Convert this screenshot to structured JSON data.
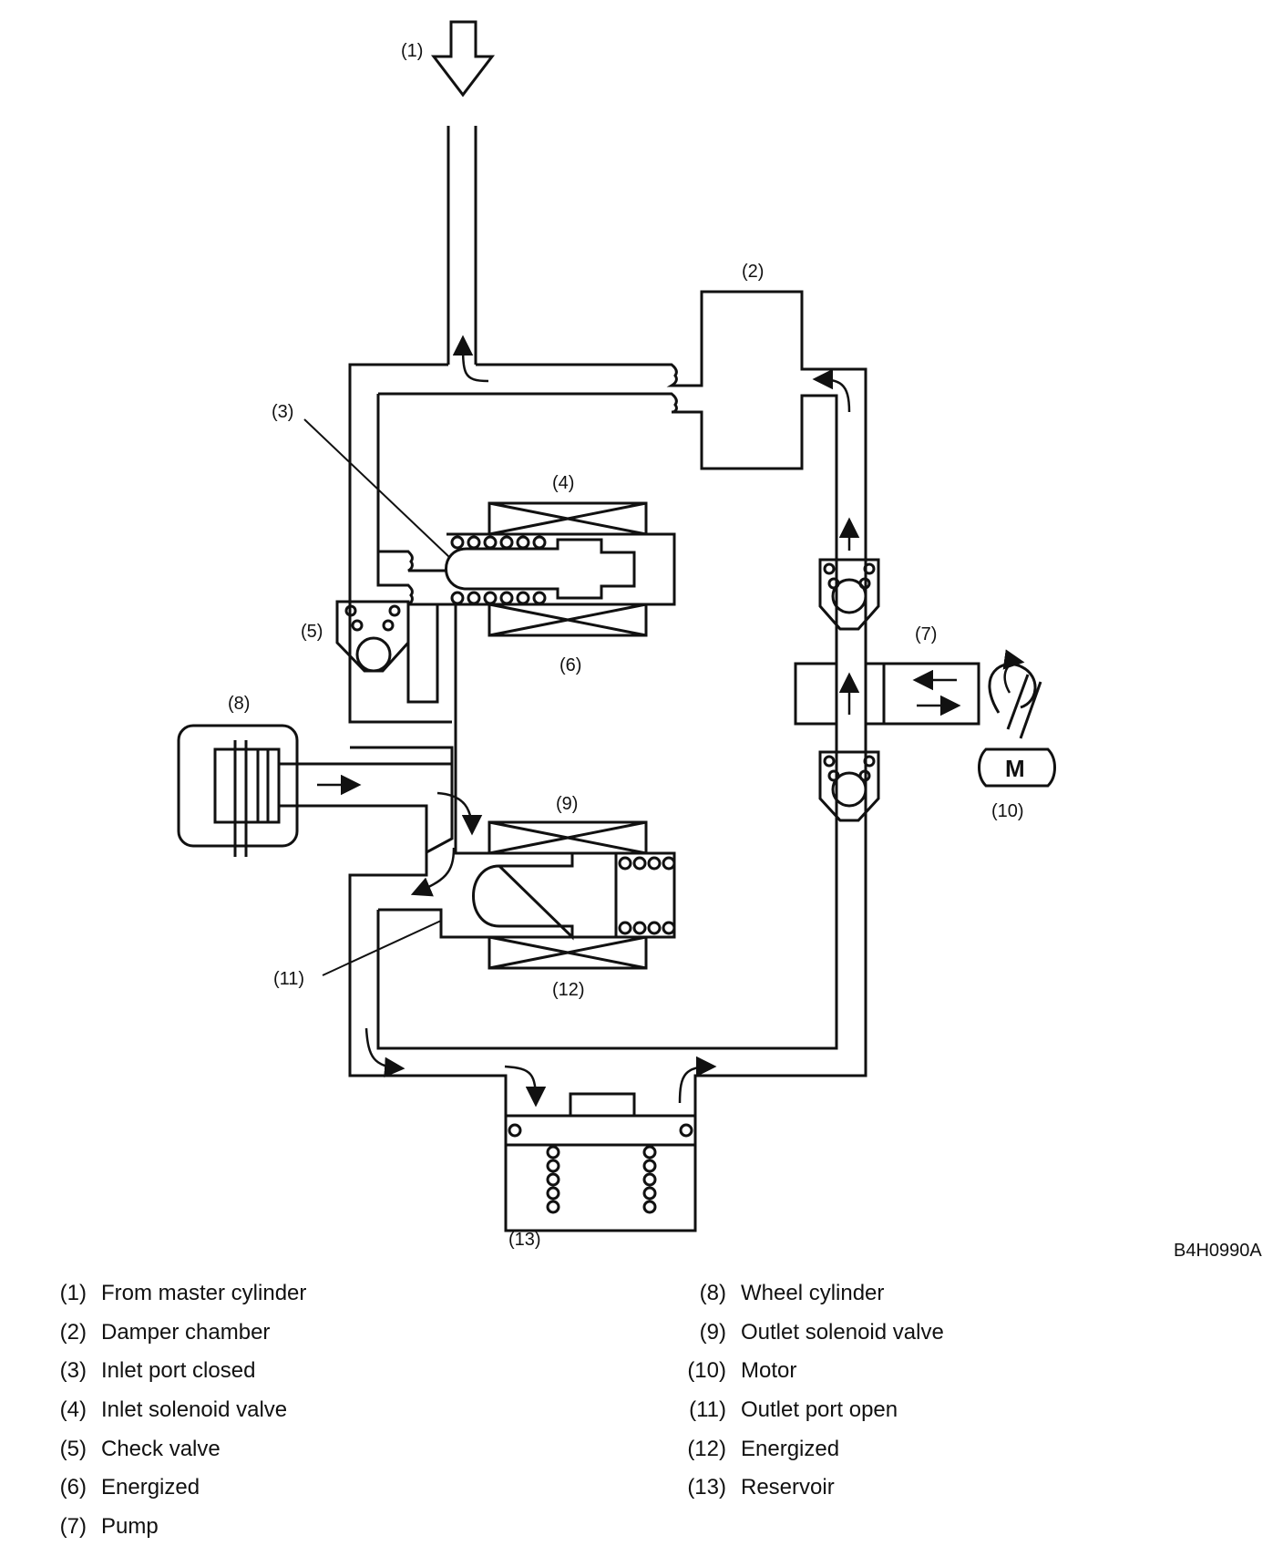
{
  "diagram": {
    "code": "B4H0990A",
    "callouts": {
      "c1": "(1)",
      "c2": "(2)",
      "c3": "(3)",
      "c4": "(4)",
      "c5": "(5)",
      "c6": "(6)",
      "c7": "(7)",
      "c8": "(8)",
      "c9": "(9)",
      "c10": "(10)",
      "c11": "(11)",
      "c12": "(12)",
      "c13": "(13)"
    },
    "motor_symbol": "M"
  },
  "legend": {
    "left": [
      {
        "num": "(1)",
        "text": "From master cylinder"
      },
      {
        "num": "(2)",
        "text": "Damper chamber"
      },
      {
        "num": "(3)",
        "text": "Inlet port closed"
      },
      {
        "num": "(4)",
        "text": "Inlet solenoid valve"
      },
      {
        "num": "(5)",
        "text": "Check valve"
      },
      {
        "num": "(6)",
        "text": "Energized"
      },
      {
        "num": "(7)",
        "text": "Pump"
      }
    ],
    "right": [
      {
        "num": "(8)",
        "text": "Wheel cylinder"
      },
      {
        "num": "(9)",
        "text": "Outlet solenoid valve"
      },
      {
        "num": "(10)",
        "text": "Motor"
      },
      {
        "num": "(11)",
        "text": "Outlet port open"
      },
      {
        "num": "(12)",
        "text": "Energized"
      },
      {
        "num": "(13)",
        "text": "Reservoir"
      }
    ]
  }
}
